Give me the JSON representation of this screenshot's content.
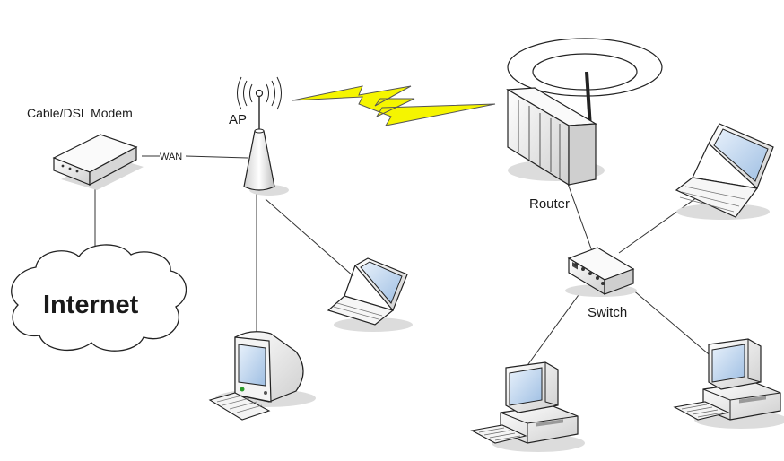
{
  "labels": {
    "modem": "Cable/DSL Modem",
    "ap": "AP",
    "wan": "WAN",
    "internet": "Internet",
    "router": "Router",
    "switch": "Switch"
  },
  "colors": {
    "background": "#ffffff",
    "wireless_bolt": "#f5f500",
    "device_body": "#f2f2f2",
    "screen": "#bcd4ee",
    "outline": "#222222",
    "shadow": "#d8d8d8"
  },
  "icons": [
    "modem-icon",
    "cloud-icon",
    "antenna-icon",
    "wireless-bolt-icon",
    "router-icon",
    "switch-icon",
    "laptop-icon",
    "crt-monitor-icon",
    "desktop-computer-icon"
  ]
}
